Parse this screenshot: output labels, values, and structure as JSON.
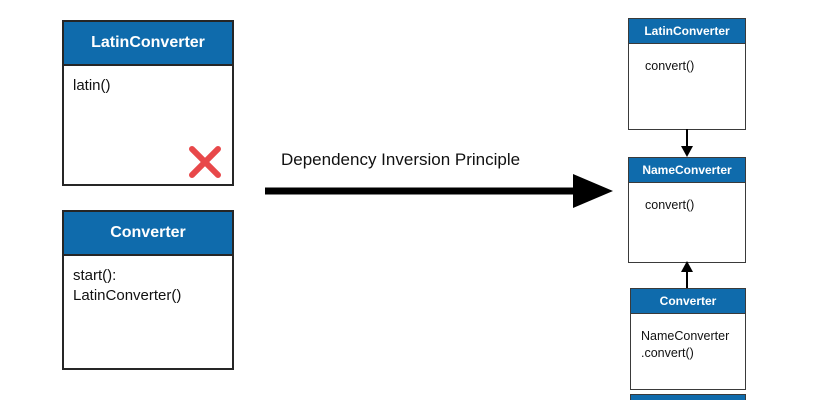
{
  "label": {
    "transition": "Dependency Inversion Principle"
  },
  "left": {
    "class1": {
      "title": "LatinConverter",
      "members": [
        "latin()"
      ]
    },
    "class2": {
      "title": "Converter",
      "members": [
        "start():",
        "LatinConverter()"
      ]
    }
  },
  "right": {
    "class1": {
      "title": "LatinConverter",
      "members": [
        "convert()"
      ]
    },
    "class2": {
      "title": "NameConverter",
      "members": [
        "convert()"
      ]
    },
    "class3": {
      "title": "Converter",
      "members": [
        "NameConverter",
        ".convert()"
      ]
    }
  },
  "icons": {
    "error_cross": "error-cross-icon",
    "arrow_right": "arrow-right-icon",
    "arrow_down": "arrow-down-icon",
    "arrow_up": "arrow-up-icon"
  },
  "colors": {
    "header_blue": "#0f6bac",
    "error_red": "#e8484a",
    "arrow_black": "#000000"
  }
}
